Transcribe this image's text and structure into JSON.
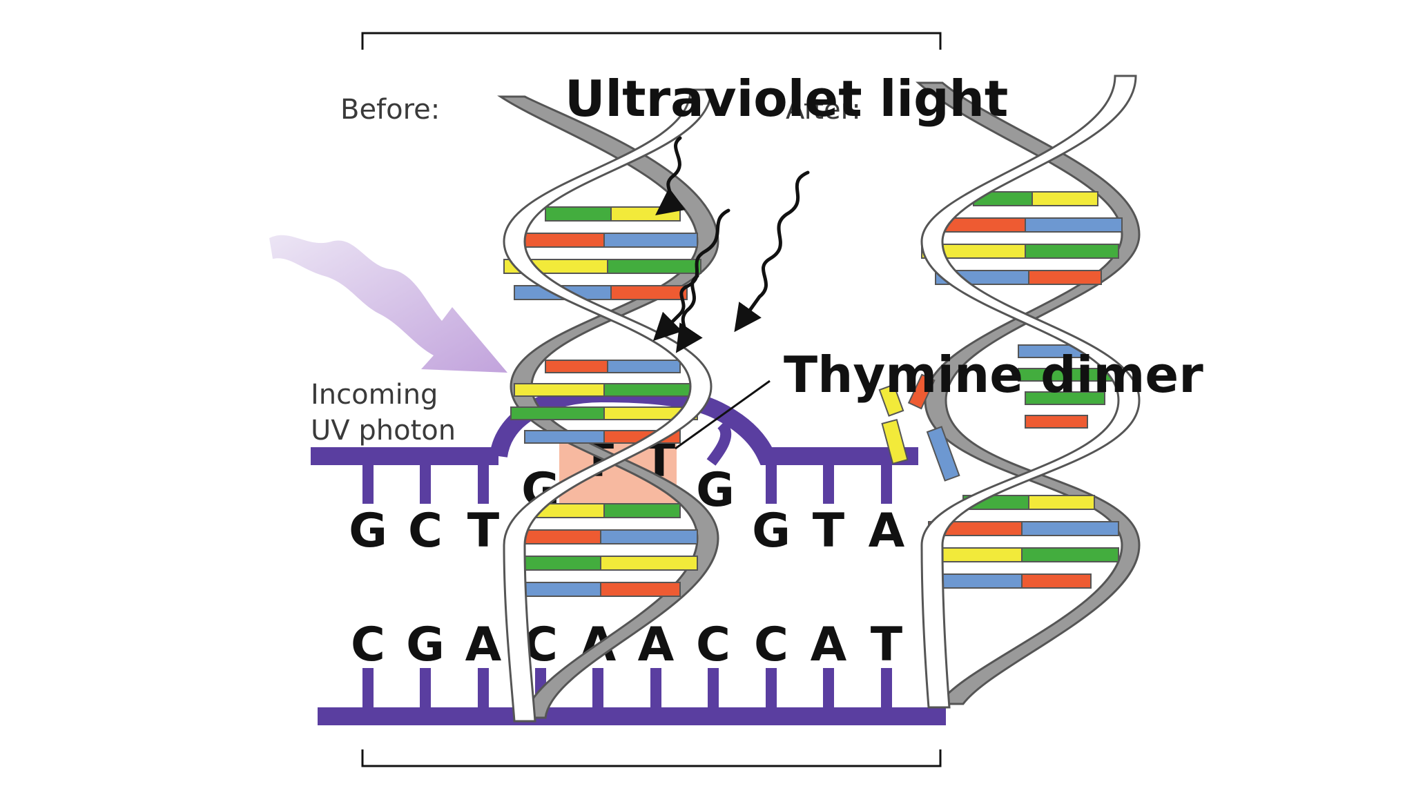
{
  "labels": {
    "before": "Before:",
    "after": "After:",
    "ultraviolet": "Ultraviolet light",
    "thymine_dimer": "Thymine dimer",
    "incoming_line1": "Incoming",
    "incoming_line2": "UV photon"
  },
  "strands": {
    "top_left": [
      "G",
      "C",
      "T"
    ],
    "top_middle": [
      "G",
      "T",
      "T",
      "G"
    ],
    "top_right": [
      "G",
      "T",
      "A"
    ],
    "bottom": [
      "C",
      "G",
      "A",
      "C",
      "A",
      "A",
      "C",
      "C",
      "A",
      "T"
    ]
  },
  "colors": {
    "backbone": "#5a3ea0",
    "dimer_highlight": "#f7b9a0",
    "photon": "#c4a8dc",
    "base_yellow": "#f2ea3a",
    "base_green": "#43ad3e",
    "base_red": "#ee5b32",
    "base_blue": "#6d98d1",
    "helix_ribbon_front": "#ffffff",
    "helix_ribbon_back": "#9a9a9a"
  },
  "icons": {
    "photon_arrow": "wavy-arrow-icon",
    "uv_rays": "squiggle-arrow-icon"
  }
}
